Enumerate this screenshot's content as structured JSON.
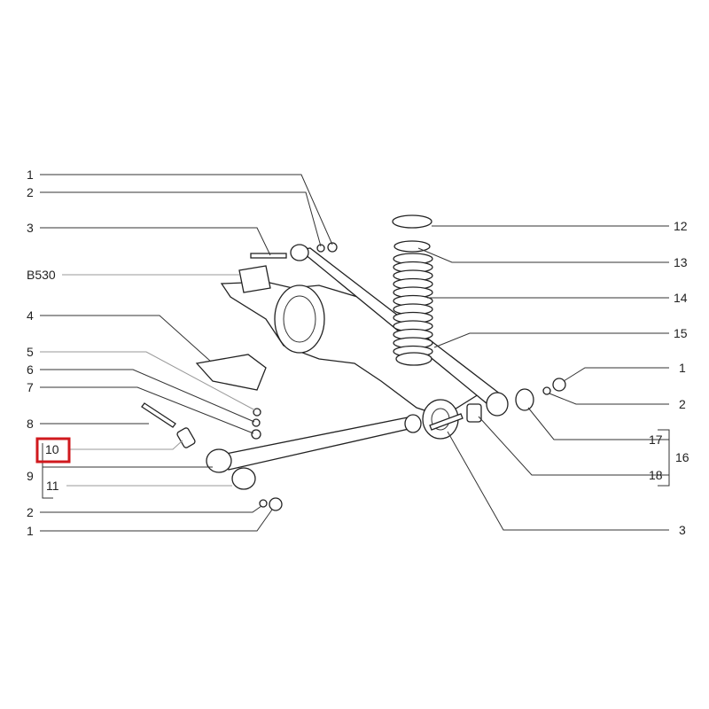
{
  "diagram": {
    "left_labels": [
      "1",
      "2",
      "3",
      "B530",
      "4",
      "5",
      "6",
      "7",
      "8",
      "10",
      "9",
      "11",
      "2",
      "1"
    ],
    "right_labels": [
      "12",
      "13",
      "14",
      "15",
      "1",
      "2",
      "17",
      "16",
      "18",
      "3"
    ],
    "highlight_color": "#d0191e",
    "highlighted_label": "10"
  }
}
